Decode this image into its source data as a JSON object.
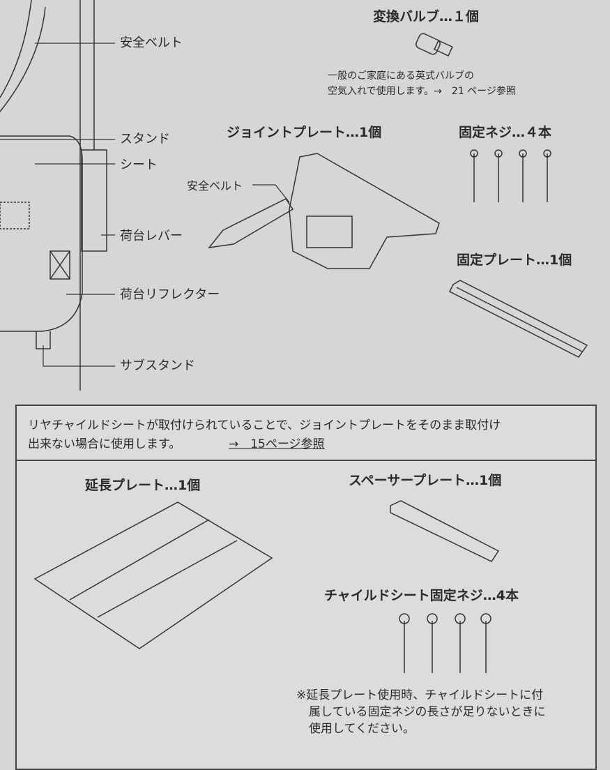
{
  "left_labels": [
    "安全ベルト",
    "スタンド",
    "シート",
    "荷台レバー",
    "荷台リフレクター",
    "サブスタンド"
  ],
  "valve": {
    "title": "変換バルブ…１個",
    "caption1": "一般のご家庭にある英式バルブの",
    "caption2": "空気入れで使用します。→　21 ページ参照"
  },
  "joint_plate": {
    "title": "ジョイントプレート…1個",
    "belt_label": "安全ベルト"
  },
  "fixing_screw": {
    "title": "固定ネジ…４本"
  },
  "fixing_plate": {
    "title": "固定プレート…1個"
  },
  "box": {
    "line1": "リヤチャイルドシートが取付けられていることで、ジョイントプレートをそのまま取付け",
    "line2": "出来ない場合に使用します。",
    "link": "→　15ページ参照",
    "extension_plate": "延長プレート…1個",
    "spacer_plate": "スペーサープレート…1個",
    "child_screw": "チャイルドシート固定ネジ…4本",
    "note1": "※延長プレート使用時、チャイルドシートに付",
    "note2": "属している固定ネジの長さが足りないときに",
    "note3": "使用してください。"
  }
}
